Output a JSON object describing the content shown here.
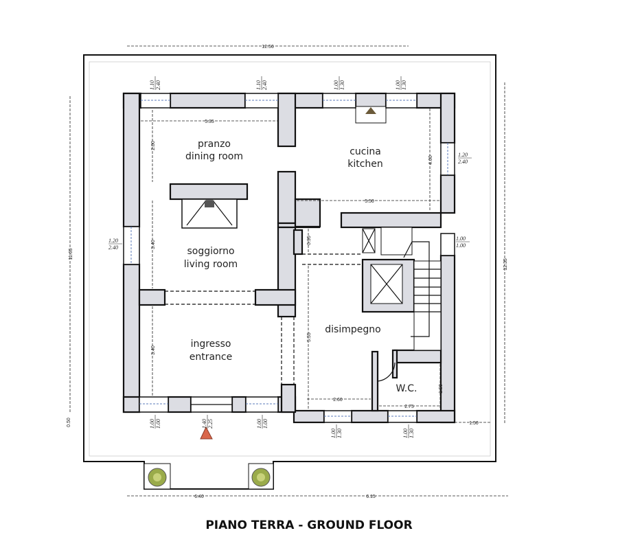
{
  "title": "PIANO TERRA - GROUND FLOOR",
  "rooms": {
    "pranzo": [
      "pranzo",
      "dining room"
    ],
    "cucina": [
      "cucina",
      "kitchen"
    ],
    "soggiorno": [
      "soggiorno",
      "living room"
    ],
    "ingresso": [
      "ingresso",
      "entrance"
    ],
    "disimpegno": "disimpegno",
    "wc": "W.C."
  },
  "dimensions": {
    "overall_width": "12.56",
    "overall_left": "11.65",
    "overall_right": "12.35",
    "setback": "0.50",
    "bottom_left": "6.40",
    "bottom_right": "6.15",
    "side_margin": "1.50",
    "pranzo_width": "5.35",
    "pranzo_depth": "2.00",
    "cucina_depth": "4.00",
    "cucina_width": "5.50",
    "soggiorno_depth": "3.40",
    "ingresso_depth": "3.40",
    "corridor_depth": "0.95",
    "disimpegno_depth": "5.55",
    "disimpegno_width": "2.60",
    "wc_width": "2.75",
    "wc_depth": "1.50"
  },
  "windows": {
    "top": [
      [
        "1.10",
        "2.40"
      ],
      [
        "1.10",
        "2.40"
      ],
      [
        "1.00",
        "1.30"
      ],
      [
        "1.00",
        "1.30"
      ]
    ],
    "right": [
      [
        "1.20",
        "2.40"
      ],
      [
        "1.00",
        "1.00"
      ]
    ],
    "left": [
      [
        "1.20",
        "2.40"
      ]
    ],
    "bottom": [
      [
        "1.00",
        "1.00"
      ],
      [
        "1.40",
        "2.25"
      ],
      [
        "1.00",
        "1.00"
      ],
      [
        "1.00",
        "1.30"
      ],
      [
        "1.00",
        "1.30"
      ]
    ]
  },
  "colors": {
    "wall": "#dcdde3",
    "entrance_marker": "#d9664a",
    "planter": "#9aab4a"
  }
}
